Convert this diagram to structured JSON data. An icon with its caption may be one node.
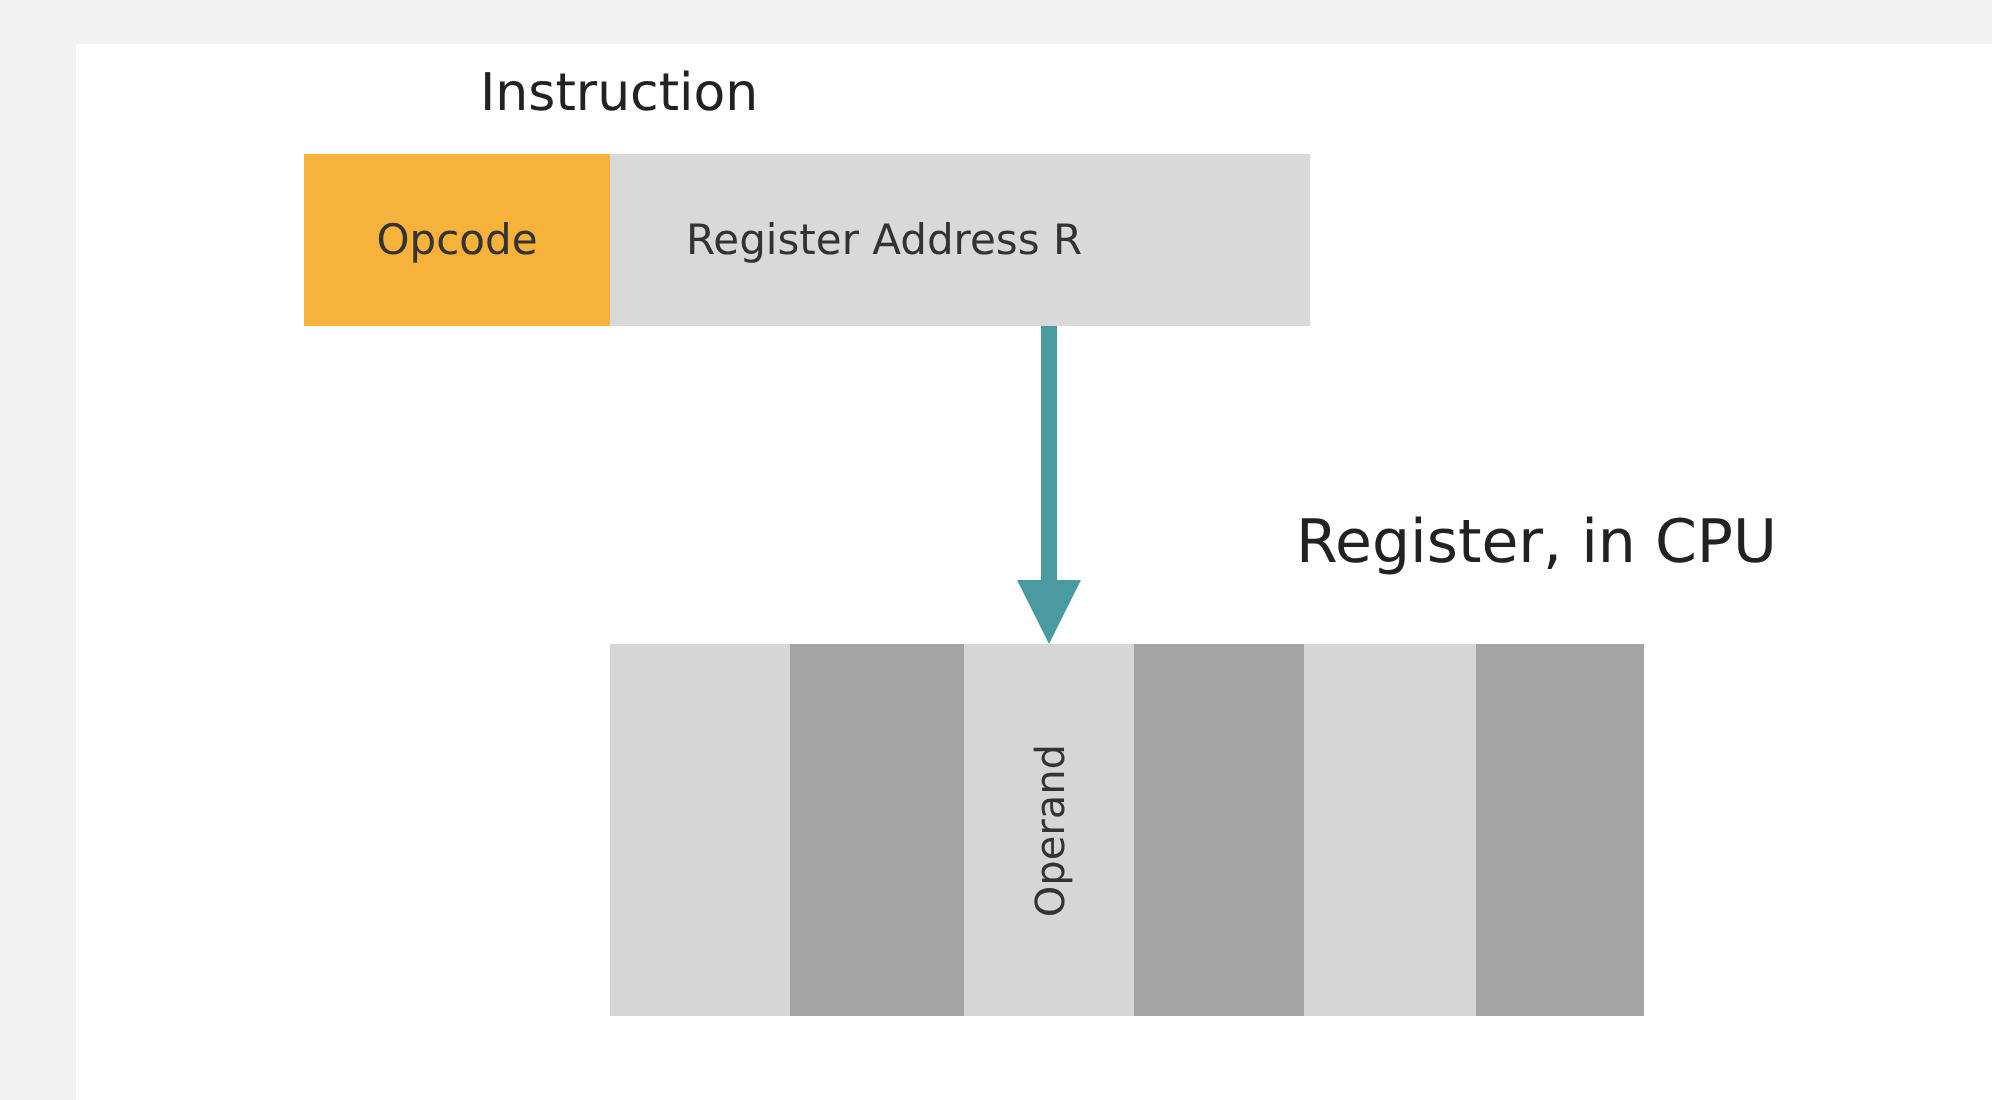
{
  "diagram": {
    "nodes": [
      {
        "text": [
          "Instruction"
        ]
      },
      {
        "text": [
          "Opcode"
        ],
        "in": 0
      },
      {
        "text": [
          "Register Address R"
        ],
        "in": 0
      },
      {
        "text": [
          "Register, in CPU"
        ]
      },
      {
        "text": [],
        "shape": "box",
        "in": 3
      },
      {
        "text": [],
        "shape": "box",
        "in": 3
      },
      {
        "text": [
          "Operand"
        ],
        "in": 3
      },
      {
        "text": [],
        "shape": "box",
        "in": 3
      },
      {
        "text": [],
        "shape": "box",
        "in": 3
      },
      {
        "text": [],
        "shape": "box",
        "in": 3
      }
    ],
    "edges": [
      {
        "from": 2,
        "to": 6,
        "arrow": "to"
      }
    ]
  }
}
